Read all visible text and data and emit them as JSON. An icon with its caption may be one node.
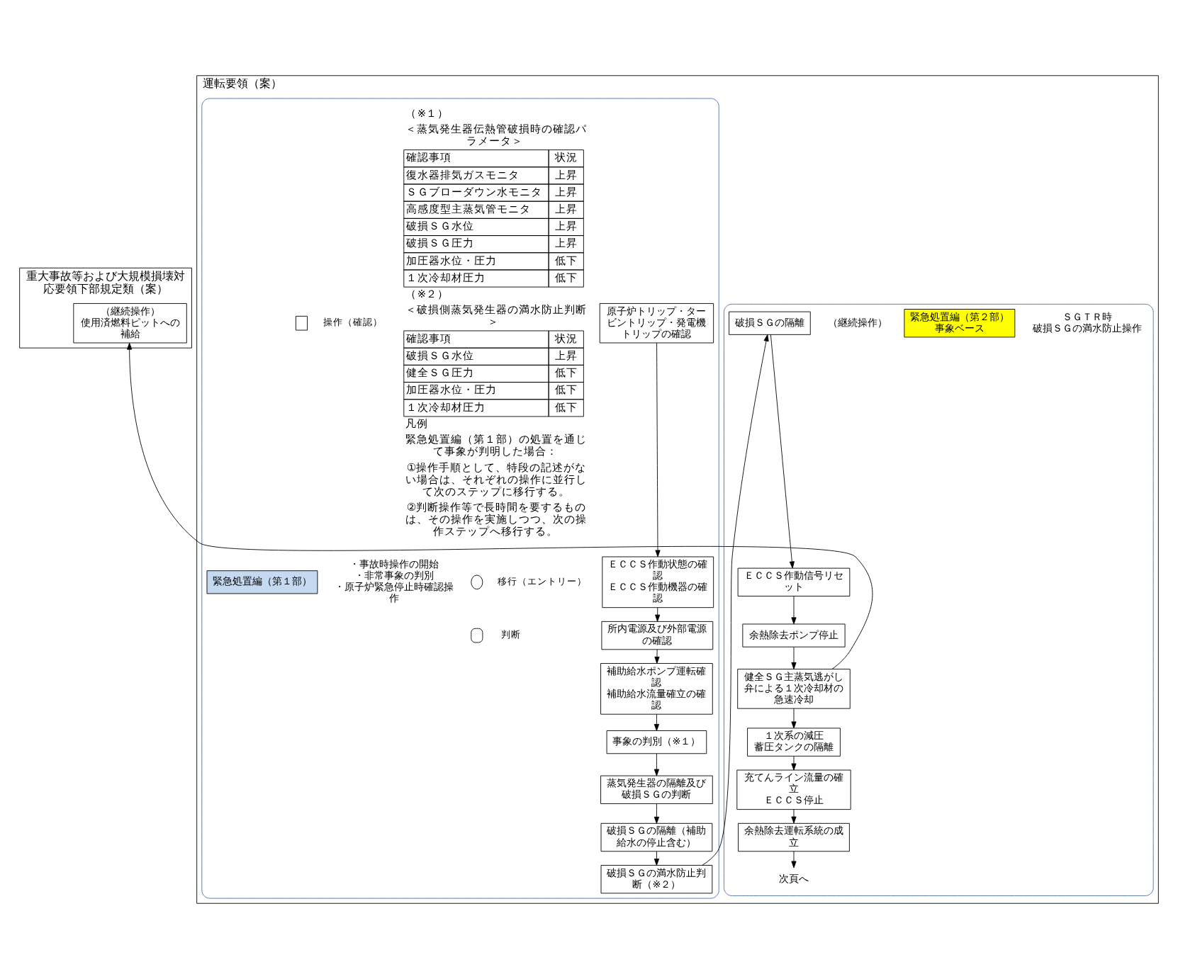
{
  "diagram": {
    "nodes": [
      {
        "text": [
          "重大事故等および大規模損壊対応要領下部規定類（案）"
        ]
      },
      {
        "text": [
          "（継続操作）",
          "使用済燃料ピットへの補給"
        ],
        "in": 0
      },
      {
        "text": [
          "運転要領（案）"
        ]
      },
      {
        "text": [],
        "shape": "box",
        "in": 2
      },
      {
        "text": [
          "緊急処置編（第１部）"
        ],
        "beside": [
          "・事故時操作の開始",
          "・非常事象の判別",
          "・原子炉緊急停止時確認操作"
        ],
        "in": 3
      },
      {
        "text": [
          "原子炉トリップ・タービントリップ・発電機トリップの確認"
        ],
        "in": 3
      },
      {
        "text": [
          "ＥＣＣＳ作動状態の確認",
          "ＥＣＣＳ作動機器の確認"
        ],
        "in": 3
      },
      {
        "text": [
          "所内電源及び外部電源の確認"
        ],
        "in": 3
      },
      {
        "text": [
          "補助給水ポンプ運転確認",
          "補助給水流量確立の確認"
        ],
        "in": 3
      },
      {
        "text": [
          "事象の判別（※１）"
        ],
        "in": 3
      },
      {
        "text": [
          "蒸気発生器の隔離及び破損ＳＧの判断"
        ],
        "in": 3
      },
      {
        "text": [
          "破損ＳＧの隔離（補助給水の停止含む）"
        ],
        "in": 3
      },
      {
        "text": [
          "破損ＳＧの満水防止判断（※２）"
        ],
        "in": 3
      },
      {
        "text": [],
        "shape": "box",
        "in": 2
      },
      {
        "text": [
          "緊急処置編（第２部）",
          "事象ベース"
        ],
        "beside": [
          "ＳＧＴＲ時",
          "破損ＳＧの満水防止操作"
        ],
        "in": 13
      },
      {
        "text": [
          "破損ＳＧの隔離"
        ],
        "beside": [
          "（継続操作）"
        ],
        "in": 13
      },
      {
        "text": [
          "ＥＣＣＳ作動信号リセット"
        ],
        "in": 13
      },
      {
        "text": [
          "余熱除去ポンプ停止"
        ],
        "in": 13
      },
      {
        "text": [
          "健全ＳＧ主蒸気逃がし弁による１次冷却材の急速冷却"
        ],
        "in": 13
      },
      {
        "text": [
          "１次系の減圧",
          "蓄圧タンクの隔離"
        ],
        "in": 13
      },
      {
        "text": [
          "充てんライン流量の確立",
          "ＥＣＣＳ停止"
        ],
        "in": 13
      },
      {
        "text": [
          "余熱除去運転系統の成立"
        ],
        "in": 13
      },
      {
        "text": [
          "次頁へ"
        ],
        "in": 13
      }
    ],
    "edges": [
      {
        "from": 5,
        "to": 6,
        "arrow": "to"
      },
      {
        "from": 6,
        "to": 7,
        "arrow": "to"
      },
      {
        "from": 7,
        "to": 8,
        "arrow": "to"
      },
      {
        "from": 8,
        "to": 9,
        "arrow": "to"
      },
      {
        "from": 9,
        "to": 10,
        "arrow": "to"
      },
      {
        "from": 10,
        "to": 11,
        "arrow": "to"
      },
      {
        "from": 11,
        "to": 12,
        "arrow": "to"
      },
      {
        "from": 12,
        "to": 15,
        "arrow": "to"
      },
      {
        "from": 15,
        "to": 16,
        "arrow": "to"
      },
      {
        "from": 16,
        "to": 17,
        "arrow": "to"
      },
      {
        "from": 17,
        "to": 18,
        "arrow": "to"
      },
      {
        "from": 18,
        "to": 19,
        "arrow": "to"
      },
      {
        "from": 19,
        "to": 20,
        "arrow": "to"
      },
      {
        "from": 20,
        "to": 21,
        "arrow": "to"
      },
      {
        "from": 21,
        "to": 22,
        "arrow": "to"
      },
      {
        "from": 18,
        "to": 1,
        "arrow": "to"
      }
    ],
    "labels": [
      "（※１）",
      "＜蒸気発生器伝熱管破損時の確認パラメータ＞",
      "確認事項",
      "状況",
      "復水器排気ガスモニタ",
      "上昇",
      "ＳＧブローダウン水モニタ",
      "上昇",
      "高感度型主蒸気管モニタ",
      "上昇",
      "破損ＳＧ水位",
      "上昇",
      "破損ＳＧ圧力",
      "上昇",
      "加圧器水位・圧力",
      "低下",
      "１次冷却材圧力",
      "低下",
      "（※２）",
      "＜破損側蒸気発生器の満水防止判断＞",
      "確認事項",
      "状況",
      "破損ＳＧ水位",
      "上昇",
      "健全ＳＧ圧力",
      "低下",
      "加圧器水位・圧力",
      "低下",
      "１次冷却材圧力",
      "低下",
      "凡例",
      "緊急処置編（第１部）の処置を通じて事象が判明した場合：",
      "①操作手順として、特段の記述がない場合は、それぞれの操作に並行して次のステップに移行する。",
      "②判断操作等で長時間を要するものは、その操作を実施しつつ、次の操作ステップへ移行する。"
    ],
    "legend": [
      {
        "text": "操作（確認）"
      },
      {
        "text": "移行（エントリー）"
      },
      {
        "text": "判断"
      }
    ]
  }
}
